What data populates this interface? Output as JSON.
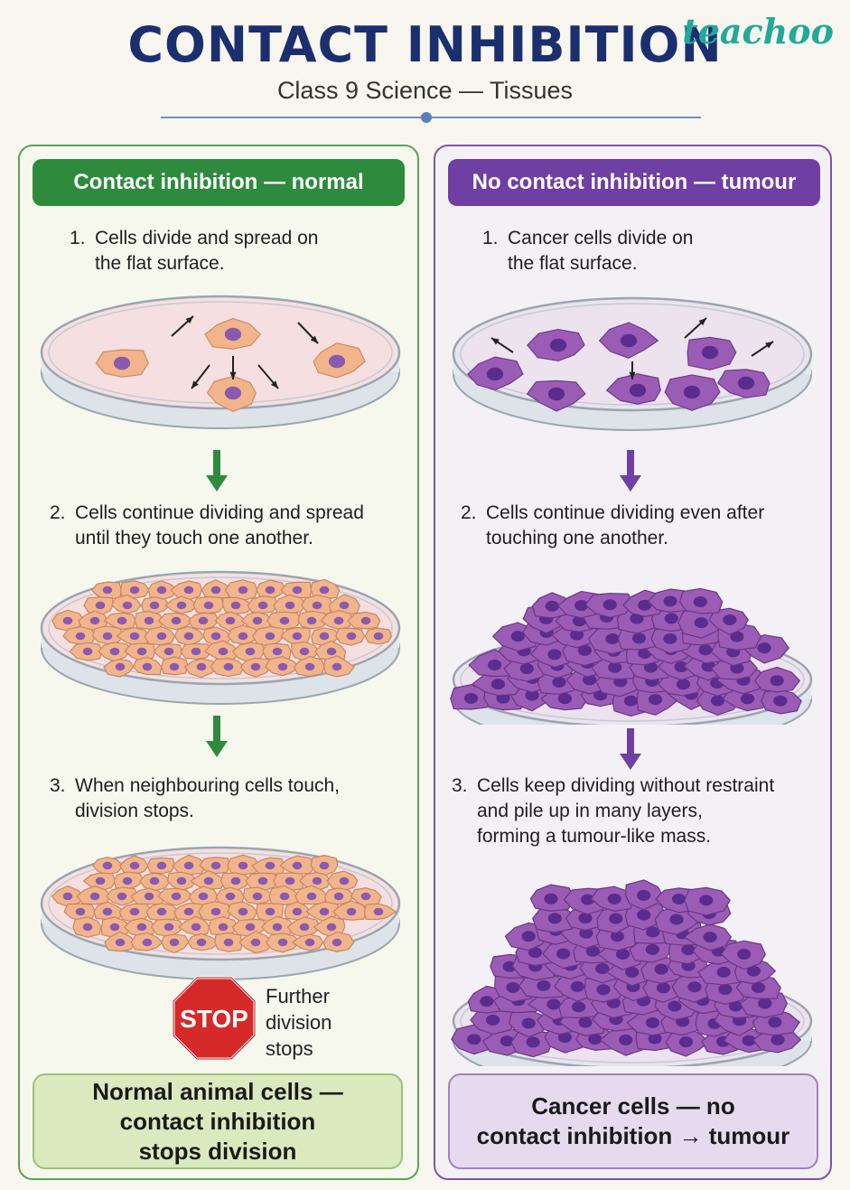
{
  "title": "CONTACT INHIBITION",
  "brand": "teachoo",
  "subtitle": "Class 9 Science — Tissues",
  "colors": {
    "normal_accent": "#2e8b3e",
    "tumour_accent": "#6f3fa3",
    "normal_cell": "#f2b48a",
    "tumour_cell": "#9a5cb4",
    "nucleus_normal": "#8a5ab0",
    "nucleus_tumour": "#5a2c8e"
  },
  "left": {
    "header": "Contact inhibition — normal",
    "steps": [
      {
        "num": "1.",
        "line1": "Cells divide and spread on",
        "line2": "the flat surface."
      },
      {
        "num": "2.",
        "line1": "Cells continue dividing and spread",
        "line2": "until they touch one another."
      },
      {
        "num": "3.",
        "line1": "When neighbouring cells touch,",
        "line2": "division stops."
      }
    ],
    "stop_sign": "STOP",
    "stop_caption": [
      "Further",
      "division",
      "stops"
    ],
    "summary": [
      "Normal animal cells —",
      "contact inhibition",
      "stops division"
    ]
  },
  "right": {
    "header": "No contact inhibition — tumour",
    "steps": [
      {
        "num": "1.",
        "line1": "Cancer cells divide on",
        "line2": "the flat surface."
      },
      {
        "num": "2.",
        "line1": "Cells continue dividing even after",
        "line2": "touching one another."
      },
      {
        "num": "3.",
        "line1": "Cells keep dividing without restraint",
        "line2": "and pile up in many layers,",
        "line3": "forming a tumour-like mass."
      }
    ],
    "summary": [
      "Cancer cells — no",
      "contact inhibition → tumour"
    ]
  },
  "icons": [
    "petri-dish-icon",
    "down-arrow-icon",
    "stop-sign-icon",
    "cell-icon"
  ]
}
